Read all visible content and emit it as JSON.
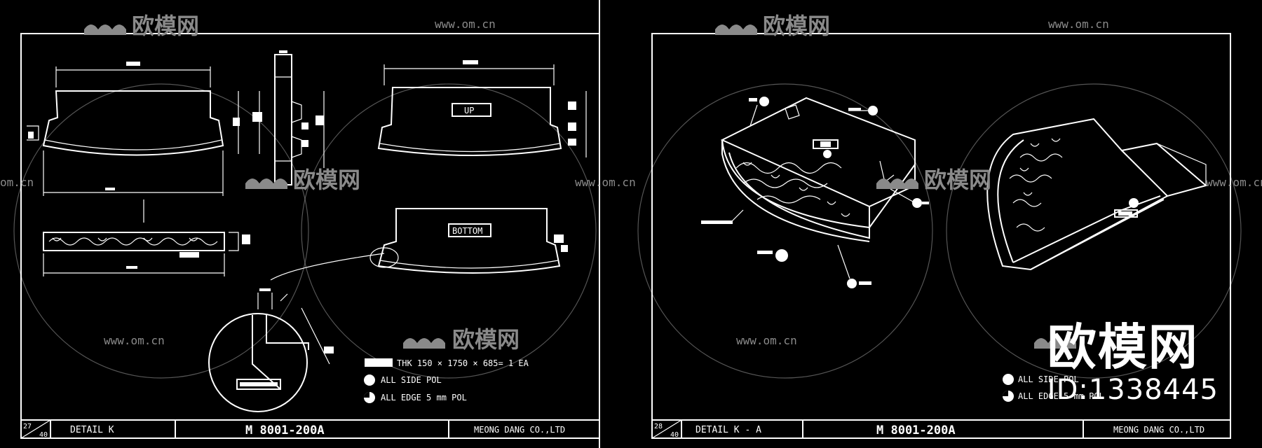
{
  "watermark": {
    "brand": "欧模网",
    "url": "www.om.cn",
    "url_partial": "om.cn",
    "id_text": "ID:1338445"
  },
  "sheet_left": {
    "sheet_number": "27",
    "sheet_total": "40",
    "detail_title": "DETAIL  K",
    "drawing_code": "M 8001-200A",
    "company": "MEONG DANG CO.,LTD",
    "up_label": "UP",
    "bottom_label": "BOTTOM",
    "legend": [
      {
        "symbol": "bar",
        "text": "THK 150 × 1750 × 685= 1 EA"
      },
      {
        "symbol": "dot",
        "text": "ALL SIDE POL"
      },
      {
        "symbol": "dot-half",
        "text": "ALL EDGE 5 mm POL"
      }
    ]
  },
  "sheet_right": {
    "sheet_number": "28",
    "sheet_total": "40",
    "detail_title": "DETAIL  K - A",
    "drawing_code": "M 8001-200A",
    "company": "MEONG DANG CO.,LTD",
    "legend": [
      {
        "symbol": "dot",
        "text": "ALL SIDE POL"
      },
      {
        "symbol": "dot-half",
        "text": "ALL EDGE 5 mm POL"
      }
    ]
  },
  "colors": {
    "background": "#000000",
    "line": "#ffffff",
    "watermark": "#8a8a8a"
  }
}
